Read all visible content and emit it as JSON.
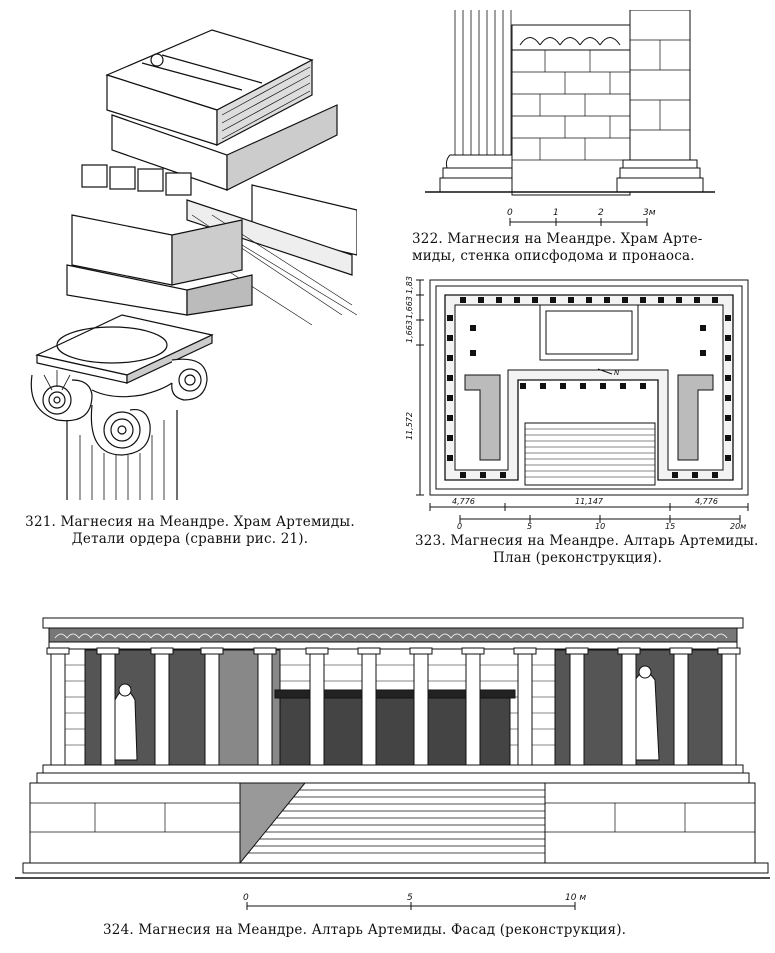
{
  "fig321": {
    "caption_line1": "321. Магнесия на Меандре. Храм Артемиды.",
    "caption_line2": "Детали ордера (сравни рис. 21)."
  },
  "fig322": {
    "caption_line1": "322. Магнесия на Меандре. Храм Арте-",
    "caption_line2": "миды, стенка описфодома и пронаоса.",
    "scale": {
      "t0": "0",
      "t1": "1",
      "t2": "2",
      "t3": "3м"
    }
  },
  "fig323": {
    "caption_line1": "323. Магнесия на Меандре. Алтарь Артемиды.",
    "caption_line2": "План (реконструкция).",
    "north_label": "N",
    "dims": {
      "v1": "1,83",
      "v2": "1,663",
      "v3": "1,663",
      "v4": "11,572",
      "h1": "4,776",
      "h2": "11,147",
      "h3": "4,776"
    },
    "scale": {
      "t0": "0",
      "t1": "5",
      "t2": "10",
      "t3": "15",
      "t4": "20м"
    }
  },
  "fig324": {
    "caption": "324. Магнесия на Меандре. Алтарь Артемиды. Фасад (реконструкция).",
    "scale": {
      "t0": "0",
      "t1": "5",
      "t2": "10 м"
    }
  }
}
